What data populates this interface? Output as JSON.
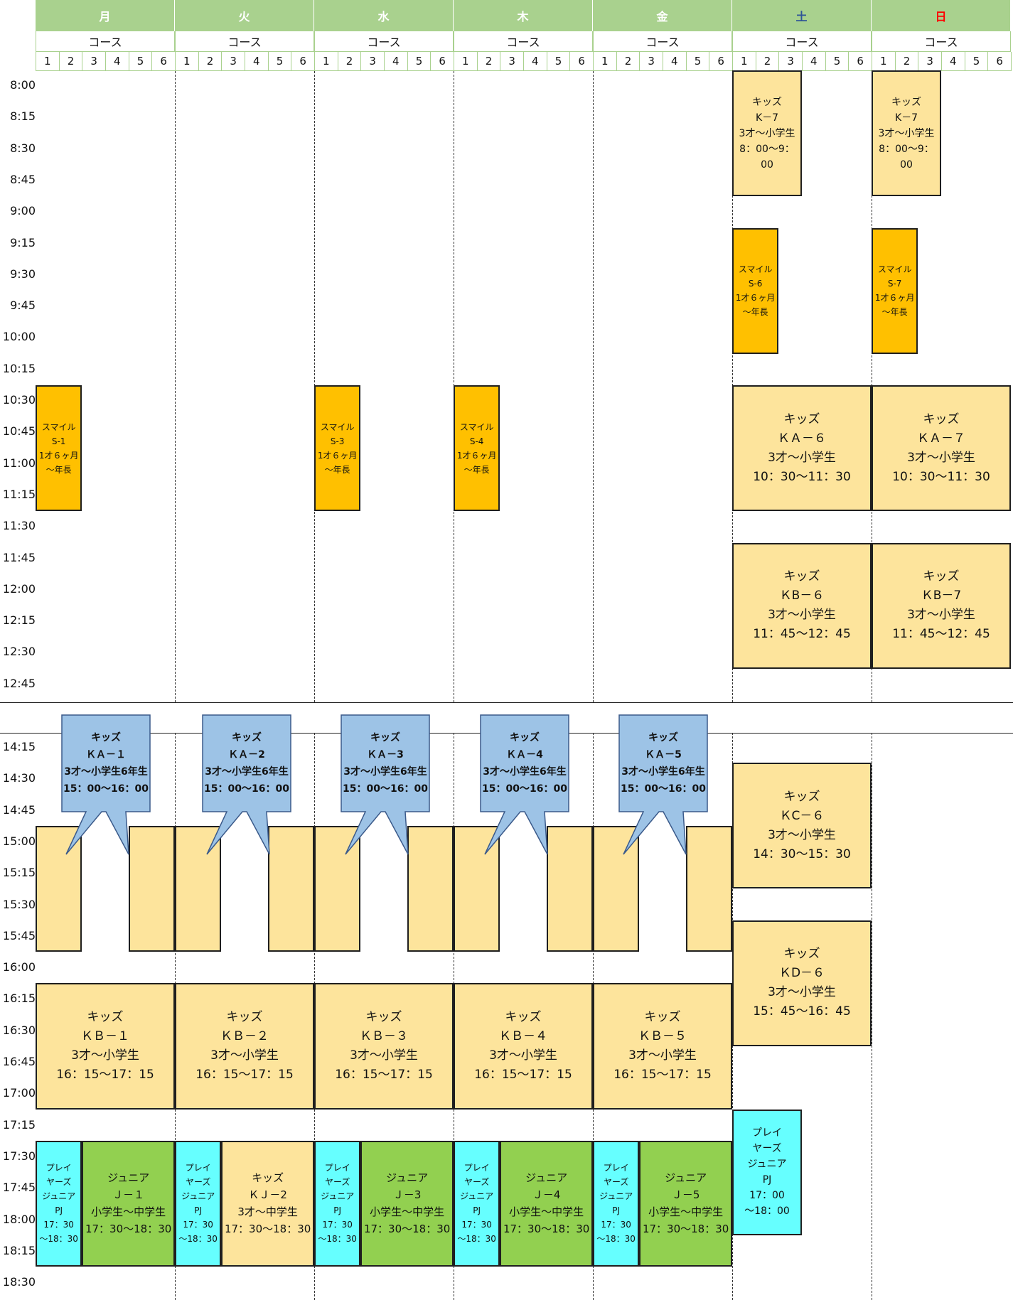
{
  "days": [
    {
      "label": "月",
      "color": "#ffffff"
    },
    {
      "label": "火",
      "color": "#ffffff"
    },
    {
      "label": "水",
      "color": "#ffffff"
    },
    {
      "label": "木",
      "color": "#ffffff"
    },
    {
      "label": "金",
      "color": "#ffffff"
    },
    {
      "label": "土",
      "color": "#2f5597"
    },
    {
      "label": "日",
      "color": "#ff0000"
    }
  ],
  "course_label": "コース",
  "slots": [
    "1",
    "2",
    "3",
    "4",
    "5",
    "6"
  ],
  "times_top": [
    "8:00",
    "8:15",
    "8:30",
    "8:45",
    "9:00",
    "9:15",
    "9:30",
    "9:45",
    "10:00",
    "10:15",
    "10:30",
    "10:45",
    "11:00",
    "11:15",
    "11:30",
    "11:45",
    "12:00",
    "12:15",
    "12:30",
    "12:45"
  ],
  "times_bottom": [
    "14:15",
    "14:30",
    "14:45",
    "15:00",
    "15:15",
    "15:30",
    "15:45",
    "16:00",
    "16:15",
    "16:30",
    "16:45",
    "17:00",
    "17:15",
    "17:30",
    "17:45",
    "18:00",
    "18:15",
    "18:30"
  ],
  "colors": {
    "header_green": "#a9d18e",
    "kids_light": "#fde49c",
    "smile_orange": "#ffc000",
    "players_cyan": "#66ffff",
    "junior_green": "#92d050",
    "bubble_blue": "#9dc3e6"
  },
  "classes_top": [
    {
      "id": "k7-sat",
      "lines": [
        "キッズ",
        "K－7",
        "3才～小学生",
        "8：00～9：",
        "00"
      ]
    },
    {
      "id": "k7-sun",
      "lines": [
        "キッズ",
        "K－7",
        "3才～小学生",
        "8：00～9：",
        "00"
      ]
    },
    {
      "id": "s6",
      "lines": [
        "スマイル",
        "S-6",
        "1才６ヶ月",
        "～年長"
      ]
    },
    {
      "id": "s7",
      "lines": [
        "スマイル",
        "S-7",
        "1才６ヶ月",
        "～年長"
      ]
    },
    {
      "id": "s1",
      "lines": [
        "スマイル",
        "S-1",
        "1才６ヶ月",
        "～年長"
      ]
    },
    {
      "id": "s3",
      "lines": [
        "スマイル",
        "S-3",
        "1才６ヶ月",
        "～年長"
      ]
    },
    {
      "id": "s4",
      "lines": [
        "スマイル",
        "S-4",
        "1才６ヶ月",
        "～年長"
      ]
    },
    {
      "id": "ka6",
      "lines": [
        "キッズ",
        "ＫＡ－６",
        "3才～小学生",
        "10：30～11：30"
      ]
    },
    {
      "id": "ka7",
      "lines": [
        "キッズ",
        "ＫＡ－７",
        "3才～小学生",
        "10：30～11：30"
      ]
    },
    {
      "id": "kb6",
      "lines": [
        "キッズ",
        "ＫB－６",
        "3才～小学生",
        "11：45～12：45"
      ]
    },
    {
      "id": "kb7",
      "lines": [
        "キッズ",
        "ＫB－7",
        "3才～小学生",
        "11：45～12：45"
      ]
    }
  ],
  "bubbles": [
    {
      "id": "ka1",
      "lines": [
        "キッズ",
        "ＫＡ－１",
        "3才～小学生6年生",
        "15：00～16：00"
      ]
    },
    {
      "id": "ka2",
      "lines": [
        "キッズ",
        "ＫＡ－2",
        "3才～小学生6年生",
        "15：00～16：00"
      ]
    },
    {
      "id": "ka3",
      "lines": [
        "キッズ",
        "ＫＡ－3",
        "3才～小学生6年生",
        "15：00～16：00"
      ]
    },
    {
      "id": "ka4",
      "lines": [
        "キッズ",
        "ＫＡ－4",
        "3才～小学生6年生",
        "15：00～16：00"
      ]
    },
    {
      "id": "ka5",
      "lines": [
        "キッズ",
        "ＫＡ－5",
        "3才～小学生6年生",
        "15：00～16：00"
      ]
    }
  ],
  "classes_bottom": [
    {
      "id": "kc6",
      "lines": [
        "キッズ",
        "ＫC－６",
        "3才～小学生",
        "14：30～15：30"
      ]
    },
    {
      "id": "kd6",
      "lines": [
        "キッズ",
        "ＫD－６",
        "3才～小学生",
        "15：45～16：45"
      ]
    },
    {
      "id": "kb1",
      "lines": [
        "キッズ",
        "ＫＢ－１",
        "3才～小学生",
        "16：15～17：15"
      ]
    },
    {
      "id": "kb2",
      "lines": [
        "キッズ",
        "ＫＢ－２",
        "3才～小学生",
        "16：15～17：15"
      ]
    },
    {
      "id": "kb3",
      "lines": [
        "キッズ",
        "ＫＢ－３",
        "3才～小学生",
        "16：15～17：15"
      ]
    },
    {
      "id": "kb4",
      "lines": [
        "キッズ",
        "ＫＢ－４",
        "3才～小学生",
        "16：15～17：15"
      ]
    },
    {
      "id": "kb5",
      "lines": [
        "キッズ",
        "ＫＢ－５",
        "3才～小学生",
        "16：15～17：15"
      ]
    },
    {
      "id": "pj-sat",
      "lines": [
        "プレイ",
        "ヤーズ",
        "ジュニア",
        "PJ",
        "17：00",
        "～18：00"
      ]
    },
    {
      "id": "pj1",
      "lines": [
        "プレイ",
        "ヤーズ",
        "ジュニア",
        "PJ",
        "17：30",
        "～18：30"
      ]
    },
    {
      "id": "pj2",
      "lines": [
        "プレイ",
        "ヤーズ",
        "ジュニア",
        "PJ",
        "17：30",
        "～18：30"
      ]
    },
    {
      "id": "pj3",
      "lines": [
        "プレイ",
        "ヤーズ",
        "ジュニア",
        "PJ",
        "17：30",
        "～18：30"
      ]
    },
    {
      "id": "pj4",
      "lines": [
        "プレイ",
        "ヤーズ",
        "ジュニア",
        "PJ",
        "17：30",
        "～18：30"
      ]
    },
    {
      "id": "pj5",
      "lines": [
        "プレイ",
        "ヤーズ",
        "ジュニア",
        "PJ",
        "17：30",
        "～18：30"
      ]
    },
    {
      "id": "j1",
      "lines": [
        "ジュニア",
        "Ｊ－１",
        "小学生～中学生",
        "17：30～18：30"
      ]
    },
    {
      "id": "kj2",
      "lines": [
        "キッズ",
        "ＫＪ－2",
        "3才～中学生",
        "17：30～18：30"
      ]
    },
    {
      "id": "j3",
      "lines": [
        "ジュニア",
        "Ｊ－3",
        "小学生～中学生",
        "17：30～18：30"
      ]
    },
    {
      "id": "j4",
      "lines": [
        "ジュニア",
        "Ｊ－4",
        "小学生～中学生",
        "17：30～18：30"
      ]
    },
    {
      "id": "j5",
      "lines": [
        "ジュニア",
        "Ｊ－5",
        "小学生～中学生",
        "17：30～18：30"
      ]
    }
  ]
}
